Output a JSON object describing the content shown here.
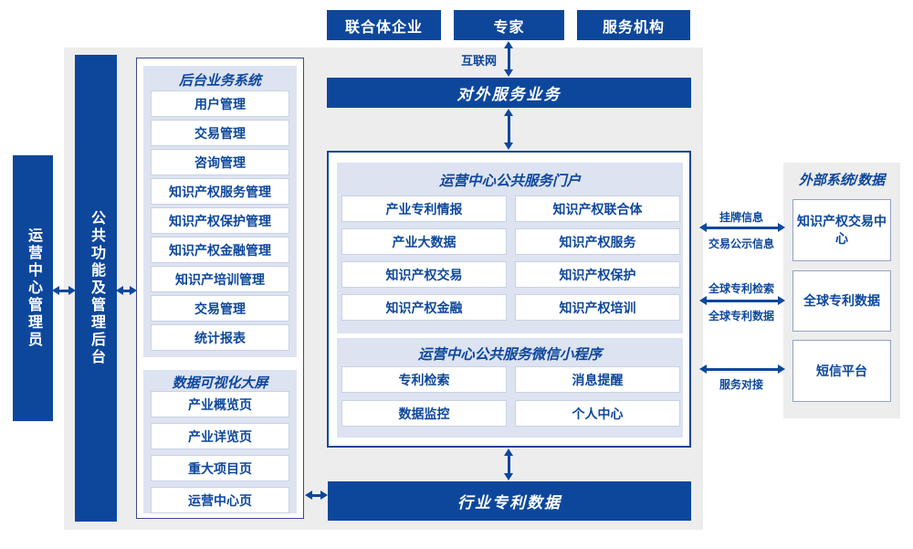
{
  "actors": [
    "联合体企业",
    "专家",
    "服务机构"
  ],
  "internet_label": "互联网",
  "external_service_bar": "对外服务业务",
  "admin_bar": "运营中心管理员",
  "backend_bar": "公共功能及管理后台",
  "backend": {
    "title": "后台业务系统",
    "items": [
      "用户管理",
      "交易管理",
      "咨询管理",
      "知识产权服务管理",
      "知识产权保护管理",
      "知识产权金融管理",
      "知识产培训管理",
      "交易管理",
      "统计报表"
    ]
  },
  "bigscreen": {
    "title": "数据可视化大屏",
    "items": [
      "产业概览页",
      "产业详览页",
      "重大项目页",
      "运营中心页"
    ]
  },
  "portal": {
    "title": "运营中心公共服务门户",
    "items": [
      "产业专利情报",
      "知识产权联合体",
      "产业大数据",
      "知识产权服务",
      "知识产权交易",
      "知识产权保护",
      "知识产权金融",
      "知识产权培训"
    ]
  },
  "miniprogram": {
    "title": "运营中心公共服务微信小程序",
    "items": [
      "专利检索",
      "消息提醒",
      "数据监控",
      "个人中心"
    ]
  },
  "industry_bar": "行业专利数据",
  "external": {
    "title": "外部系统/数据",
    "systems": [
      "知识产权交易中心",
      "全球专利数据",
      "短信平台"
    ],
    "links": [
      {
        "top": "挂牌信息",
        "bottom": "交易公示信息"
      },
      {
        "top": "全球专利检索",
        "bottom": "全球专利数据"
      },
      {
        "top": "",
        "bottom": "服务对接"
      }
    ]
  },
  "colors": {
    "primary": "#0d479c",
    "panel": "#dde3f1",
    "background": "#ededee"
  }
}
